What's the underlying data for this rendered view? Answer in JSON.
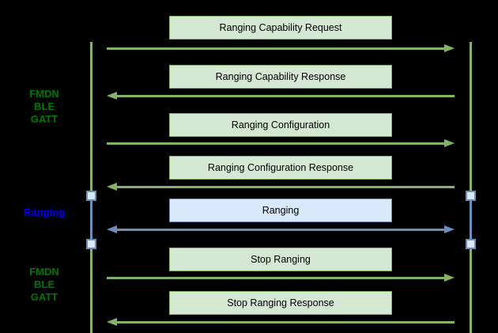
{
  "diagram": {
    "type": "sequence-diagram",
    "colors": {
      "background": "#000000",
      "green_fill": "#d5e8d4",
      "green_stroke": "#82b366",
      "blue_fill": "#dae8fc",
      "blue_stroke": "#6c8ebf",
      "phase_label_green": "#007700",
      "phase_label_blue": "#0000ee",
      "box_text": "#000000"
    },
    "phases": [
      {
        "lines": [
          "FMDN",
          "BLE",
          "GATT"
        ],
        "color": "green"
      },
      {
        "lines": [
          "Ranging"
        ],
        "color": "blue"
      },
      {
        "lines": [
          "FMDN",
          "BLE",
          "GATT"
        ],
        "color": "green"
      }
    ],
    "messages": [
      {
        "label": "Ranging Capability Request",
        "direction": "right",
        "scheme": "green"
      },
      {
        "label": "Ranging Capability Response",
        "direction": "left",
        "scheme": "green"
      },
      {
        "label": "Ranging Configuration",
        "direction": "right",
        "scheme": "green"
      },
      {
        "label": "Ranging Configuration Response",
        "direction": "left",
        "scheme": "green"
      },
      {
        "label": "Ranging",
        "direction": "both",
        "scheme": "blue"
      },
      {
        "label": "Stop Ranging",
        "direction": "right",
        "scheme": "green"
      },
      {
        "label": "Stop Ranging Response",
        "direction": "left",
        "scheme": "green"
      }
    ]
  }
}
